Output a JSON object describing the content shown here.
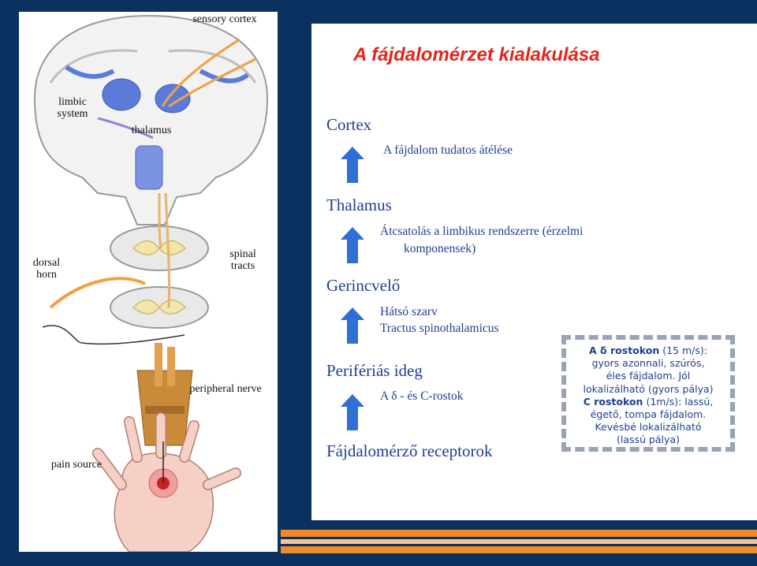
{
  "slide": {
    "title": "A fájdalomérzet kialakulása"
  },
  "illustration": {
    "labels": {
      "sensory_cortex": "sensory cortex",
      "limbic_system": "limbic system",
      "thalamus": "thalamus",
      "dorsal_horn": "dorsal horn",
      "spinal_tracts": "spinal tracts",
      "peripheral_nerve": "peripheral nerve",
      "pain_source": "pain source"
    }
  },
  "levels": [
    {
      "name": "Cortex",
      "description": "A fájdalom tudatos átélése"
    },
    {
      "name": "Thalamus",
      "description": "Átcsatolás a limbikus rendszerre (érzelmi komponensek)"
    },
    {
      "name": "Gerincvelő",
      "description": "Hátsó szarv Tractus spinothalamicus"
    },
    {
      "name": "Perifériás ideg",
      "description": "A δ - és C-rostok"
    },
    {
      "name": "Fájdalomérző receptorok",
      "description": ""
    }
  ],
  "level_display": {
    "thalamus_desc_line1": "Átcsatolás a limbikus rendszerre (érzelmi",
    "thalamus_desc_line2": "komponensek)",
    "spinal_desc_line1": "Hátsó szarv",
    "spinal_desc_line2": "Tractus spinothalamicus"
  },
  "note": {
    "a_delta_label": "A δ rostokon",
    "a_delta_speed": "(15 m/s):",
    "a_delta_line2": "gyors azonnali, szúrós,",
    "a_delta_line3": "éles fájdalom. Jól",
    "a_delta_line4": "lokalizálható (gyors pálya)",
    "c_label": "C rostokon",
    "c_speed": "(1m/s): lassú,",
    "c_line2": "égető, tompa fájdalom.",
    "c_line3": "Kevésbé lokalizálható",
    "c_line4": "(lassú pálya)"
  },
  "colors": {
    "background": "#0b3160",
    "title": "#e3261b",
    "text": "#1f3f8f",
    "arrow": "#2f6fd6",
    "stripe_orange": "#f08a2a",
    "stripe_light": "#f4c39a"
  }
}
